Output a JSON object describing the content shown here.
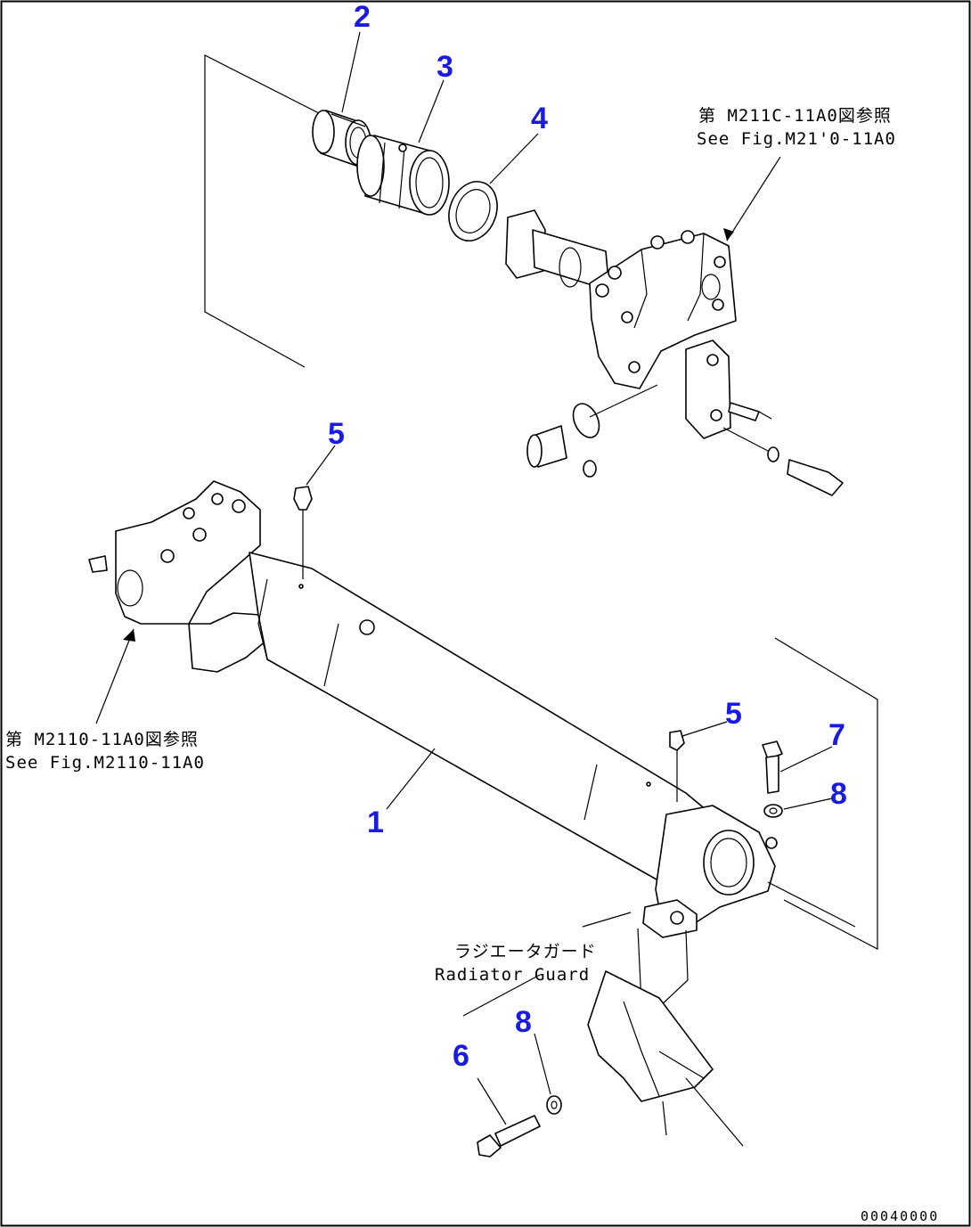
{
  "callouts": {
    "c1": "1",
    "c2": "2",
    "c3": "3",
    "c4": "4",
    "c5a": "5",
    "c5b": "5",
    "c6": "6",
    "c7": "7",
    "c8a": "8",
    "c8b": "8"
  },
  "references": {
    "top_jp": "第 M211C-11A0図参照",
    "top_en": "See Fig.M21'0-11A0",
    "left_jp": "第 M2110-11A0図参照",
    "left_en": "See Fig.M2110-11A0",
    "guard_jp": "ラジエータガード",
    "guard_en": "Radiator Guard"
  },
  "drawing_code": "00040000",
  "colors": {
    "callout": "#1a1ae6",
    "line": "#000000",
    "background": "#ffffff"
  }
}
